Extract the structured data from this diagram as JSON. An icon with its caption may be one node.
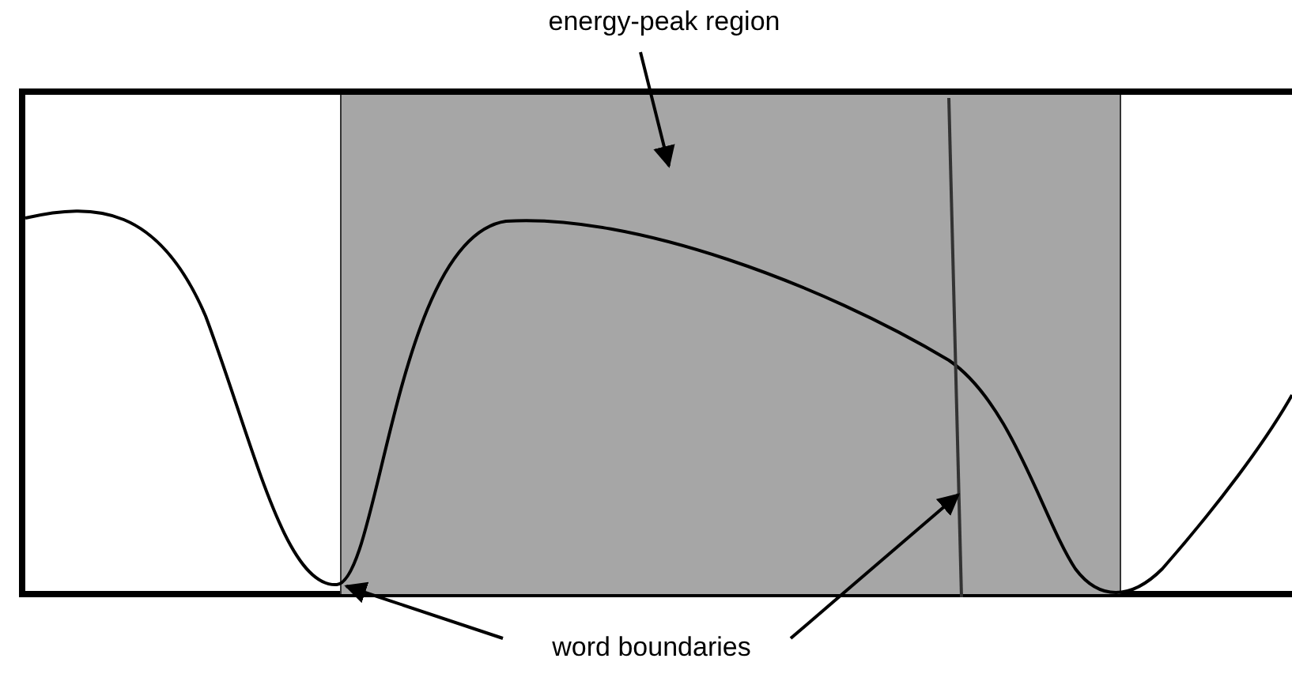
{
  "diagram": {
    "nodes": [
      {
        "text": [
          "energy-peak region"
        ]
      },
      {
        "text": [],
        "shape": "box"
      },
      {
        "text": [
          "word boundaries"
        ]
      }
    ],
    "edges": [
      {
        "from": 0,
        "to": 1,
        "arrow": "to"
      },
      {
        "from": 2,
        "to": 1,
        "arrow": "to"
      },
      {
        "from": 2,
        "to": 1,
        "arrow": "to"
      }
    ]
  }
}
